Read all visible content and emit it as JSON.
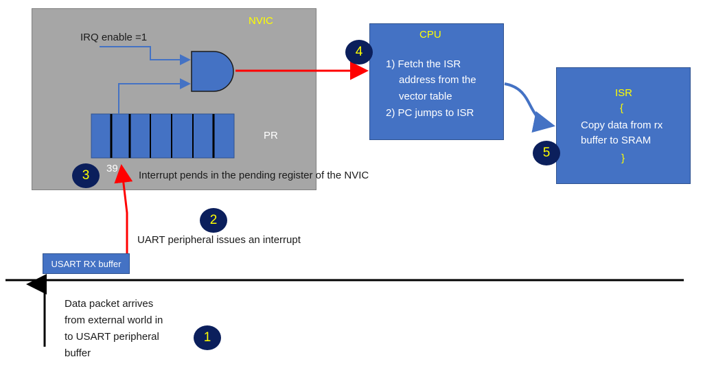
{
  "nvic": {
    "title": "NVIC",
    "irq_enable": "IRQ enable =1",
    "pr_label": "PR",
    "irq_number": "39"
  },
  "cpu": {
    "title": "CPU",
    "step1_line1": "1) Fetch the ISR",
    "step1_line2": "address from the",
    "step1_line3": "vector table",
    "step2": "2) PC jumps to ISR"
  },
  "isr": {
    "title": "ISR",
    "open_brace": "{",
    "line1": "Copy data from rx",
    "line2": "buffer to SRAM",
    "close_brace": "}"
  },
  "usart_buffer": "USART RX buffer",
  "notes": {
    "pend": "Interrupt pends in the pending register of the NVIC",
    "issue": "UART peripheral issues an interrupt",
    "arrive_line1": "Data packet arrives",
    "arrive_line2": "from external world in",
    "arrive_line3": "to USART peripheral",
    "arrive_line4": "buffer"
  },
  "badges": [
    "1",
    "2",
    "3",
    "4",
    "5"
  ],
  "colors": {
    "box_blue": "#4472c4",
    "nvic_gray": "#a6a6a6",
    "badge_navy": "#0b1f5c",
    "badge_text": "#ffff00",
    "signal_red": "#ff0000"
  }
}
